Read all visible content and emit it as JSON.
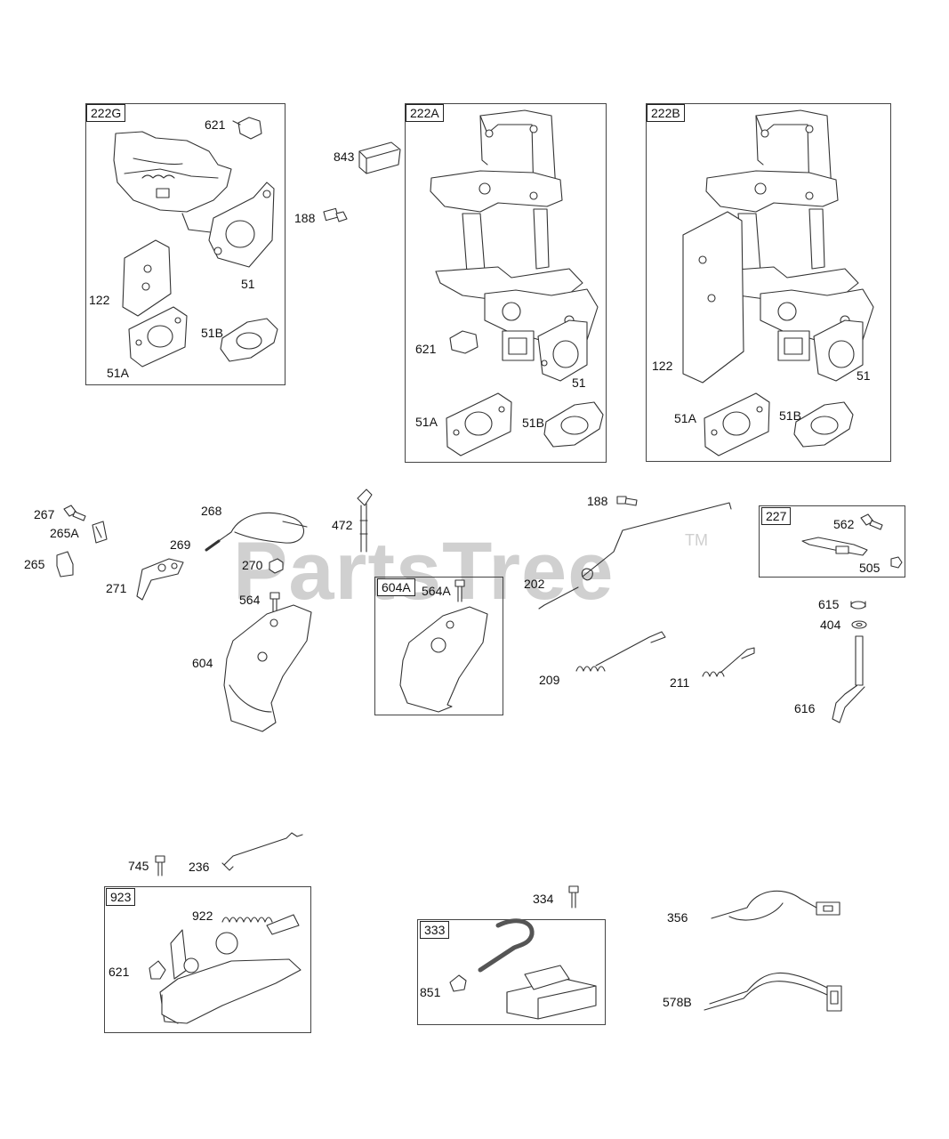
{
  "watermark": {
    "text": "PartsTree",
    "tm": "TM"
  },
  "groups": {
    "g222G": "222G",
    "g222A": "222A",
    "g222B": "222B",
    "g227": "227",
    "g604A": "604A",
    "g923": "923",
    "g333": "333"
  },
  "labels": {
    "l621_a": "621",
    "l122_a": "122",
    "l51_a": "51",
    "l51B_a": "51B",
    "l51A_a": "51A",
    "l843": "843",
    "l188_a": "188",
    "l621_b": "621",
    "l51_b": "51",
    "l51A_b": "51A",
    "l51B_b": "51B",
    "l122_c": "122",
    "l51_c": "51",
    "l51A_c": "51A",
    "l51B_c": "51B",
    "l267": "267",
    "l265A": "265A",
    "l265": "265",
    "l271": "271",
    "l268": "268",
    "l269": "269",
    "l270": "270",
    "l472": "472",
    "l564": "564",
    "l604": "604",
    "l564A": "564A",
    "l188_b": "188",
    "l202": "202",
    "l209": "209",
    "l211": "211",
    "l562": "562",
    "l505": "505",
    "l615": "615",
    "l404": "404",
    "l616": "616",
    "l745": "745",
    "l236": "236",
    "l922": "922",
    "l621_c": "621",
    "l334": "334",
    "l851": "851",
    "l356": "356",
    "l578B": "578B"
  },
  "colors": {
    "line": "#333333",
    "fill": "#ffffff",
    "shade": "#9a9a9a",
    "watermark": "#d0d0d0"
  }
}
